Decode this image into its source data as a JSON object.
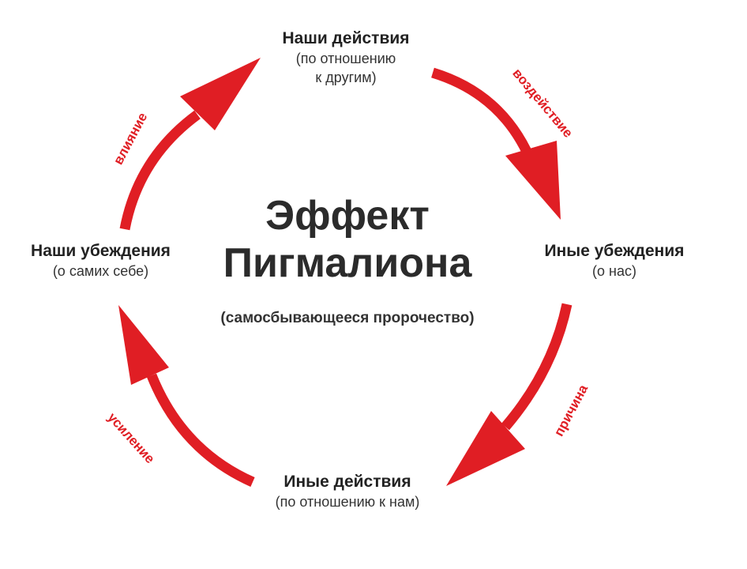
{
  "title": {
    "line1": "Эффект",
    "line2": "Пигмалиона",
    "subtitle": "(самосбывающееся пророчество)"
  },
  "nodes": {
    "top": {
      "title": "Наши действия",
      "sub1": "(по отношению",
      "sub2": "к другим)"
    },
    "right": {
      "title": "Иные убеждения",
      "sub1": "(о нас)"
    },
    "bottom": {
      "title": "Иные действия",
      "sub1": "(по отношению к нам)"
    },
    "left": {
      "title": "Наши убеждения",
      "sub1": "(о самих себе)"
    }
  },
  "arrows": {
    "top_right": "воздействие",
    "right_bottom": "причина",
    "bottom_left": "усиление",
    "left_top": "влияние"
  },
  "colors": {
    "arrow": "#e01e24",
    "text": "#222222"
  }
}
